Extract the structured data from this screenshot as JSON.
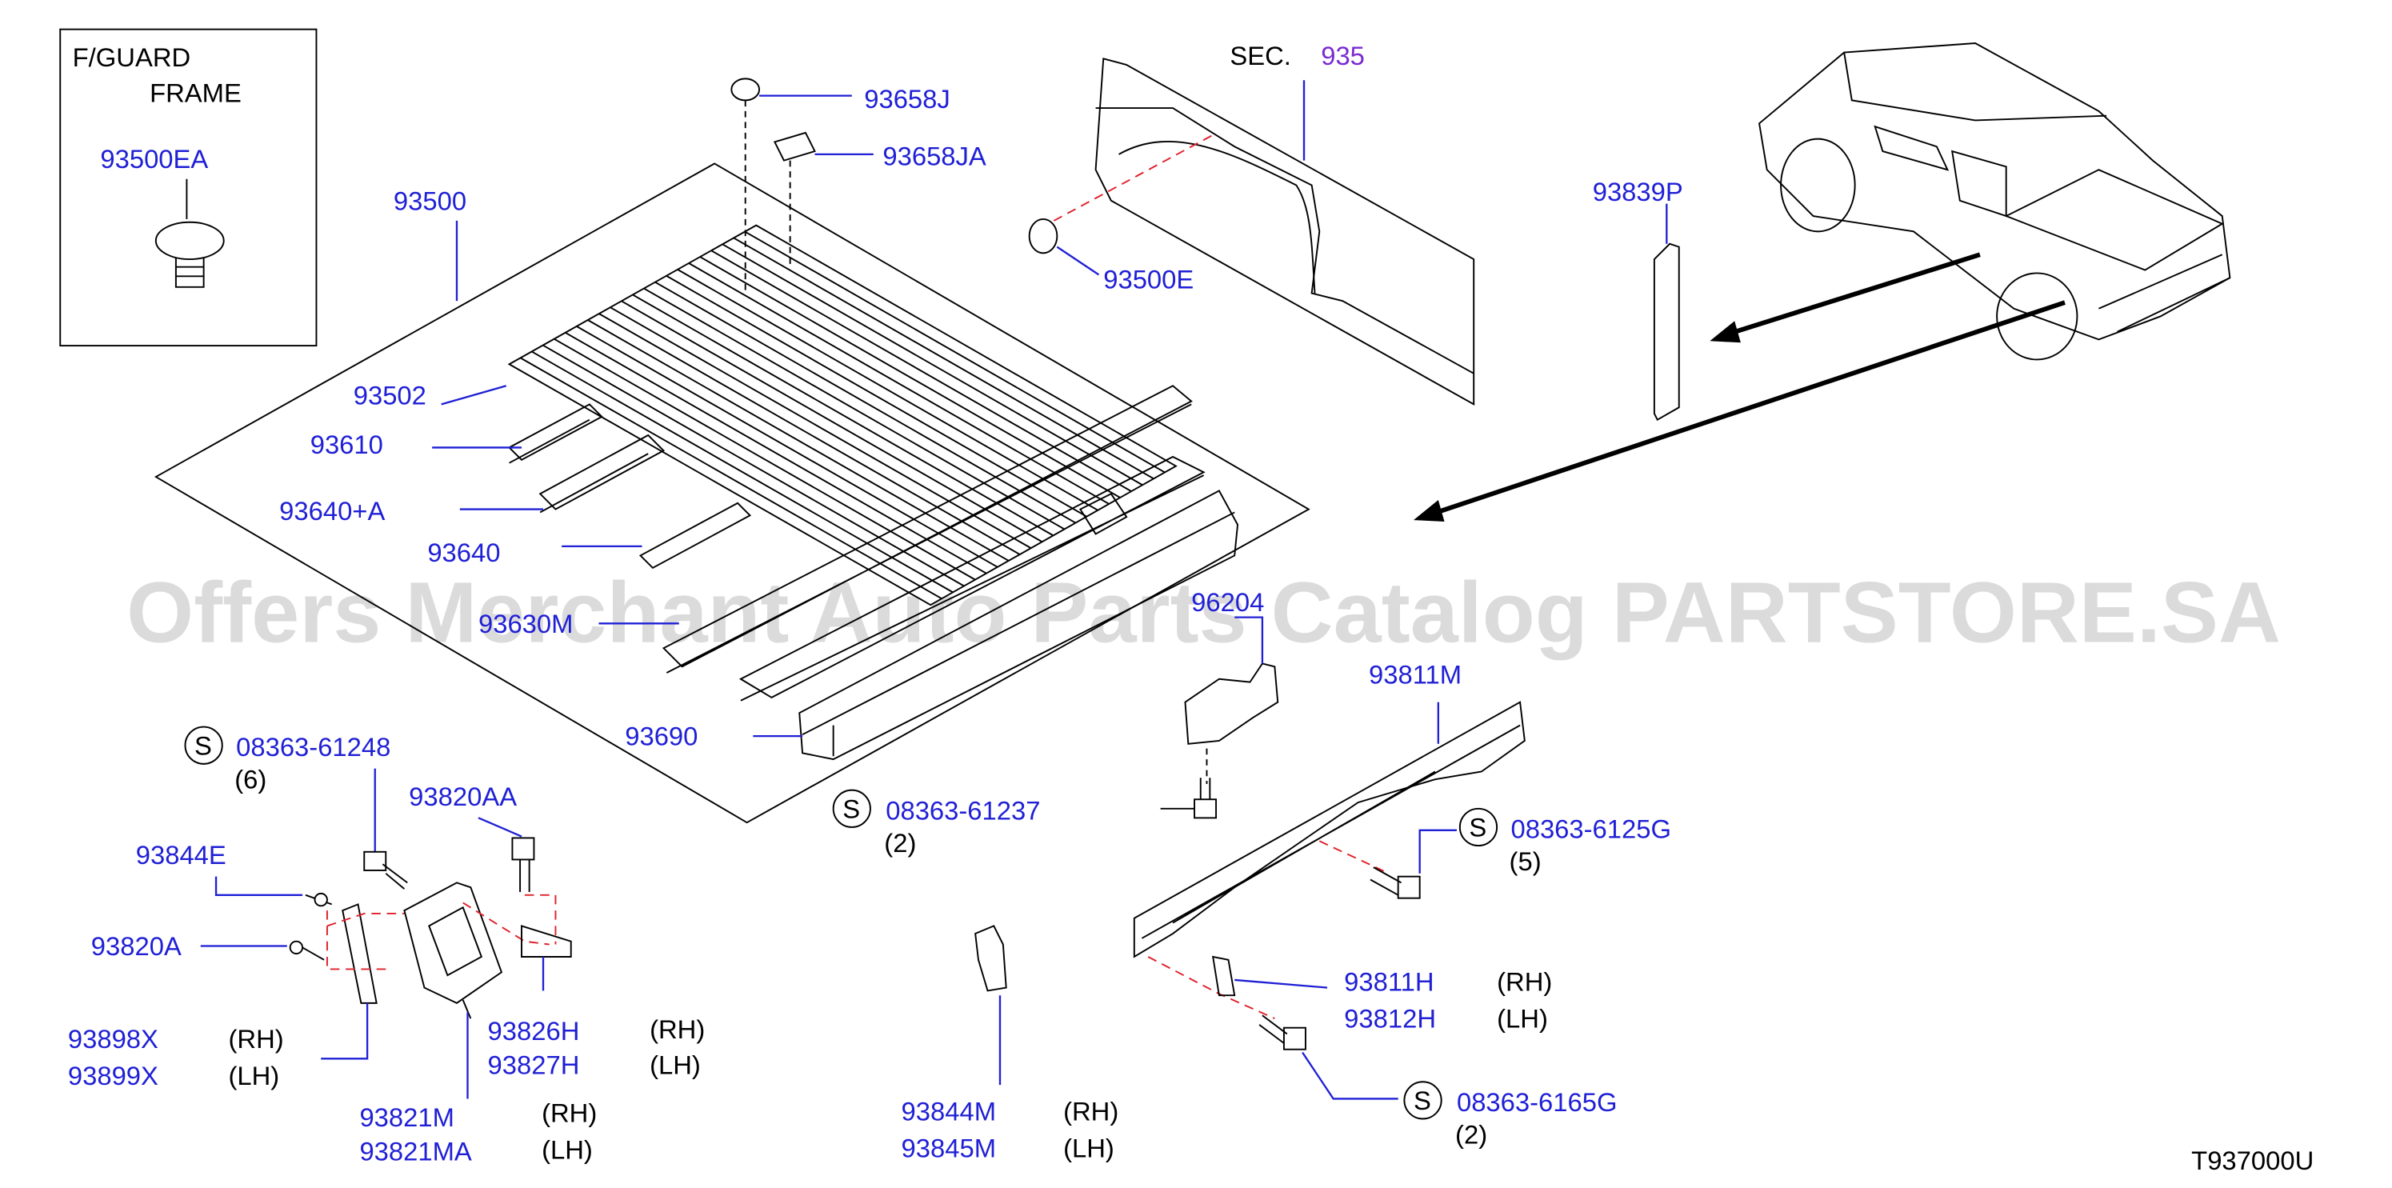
{
  "inset_box": {
    "title_line1": "F/GUARD",
    "title_line2": "FRAME",
    "part": "93500EA"
  },
  "section_ref": {
    "prefix": "SEC.",
    "number": "935"
  },
  "parts": {
    "p93658J": "93658J",
    "p93658JA": "93658JA",
    "p93500": "93500",
    "p93500E": "93500E",
    "p93839P": "93839P",
    "p93502": "93502",
    "p93610": "93610",
    "p93640A": "93640+A",
    "p93640": "93640",
    "p93630M": "93630M",
    "p93690": "93690",
    "p96204": "96204",
    "p93811M": "93811M",
    "p93820AA": "93820AA",
    "p93844E": "93844E",
    "p93820A": "93820A",
    "p93898X": "93898X",
    "p93899X": "93899X",
    "p93826H": "93826H",
    "p93827H": "93827H",
    "p93821M": "93821M",
    "p93821MA": "93821MA",
    "p93844M": "93844M",
    "p93845M": "93845M",
    "p93811H": "93811H",
    "p93812H": "93812H"
  },
  "screws": [
    {
      "symbol": "S",
      "number": "08363-61248",
      "qty": "(6)"
    },
    {
      "symbol": "S",
      "number": "08363-61237",
      "qty": "(2)"
    },
    {
      "symbol": "S",
      "number": "08363-6125G",
      "qty": "(5)"
    },
    {
      "symbol": "S",
      "number": "08363-6165G",
      "qty": "(2)"
    }
  ],
  "sides": {
    "rh": "(RH)",
    "lh": "(LH)"
  },
  "diagram_code": "T937000U",
  "watermark": "Offers Merchant Auto Parts Catalog PARTSTORE.SA",
  "colors": {
    "part_number": "#1f1fd6",
    "section_number": "#7a2bd1",
    "leader_dash": "#e0202a",
    "line": "#000000"
  },
  "icons": [
    "push-clip-icon",
    "bolt-icon",
    "screw-symbol-icon",
    "pickup-truck-icon"
  ]
}
